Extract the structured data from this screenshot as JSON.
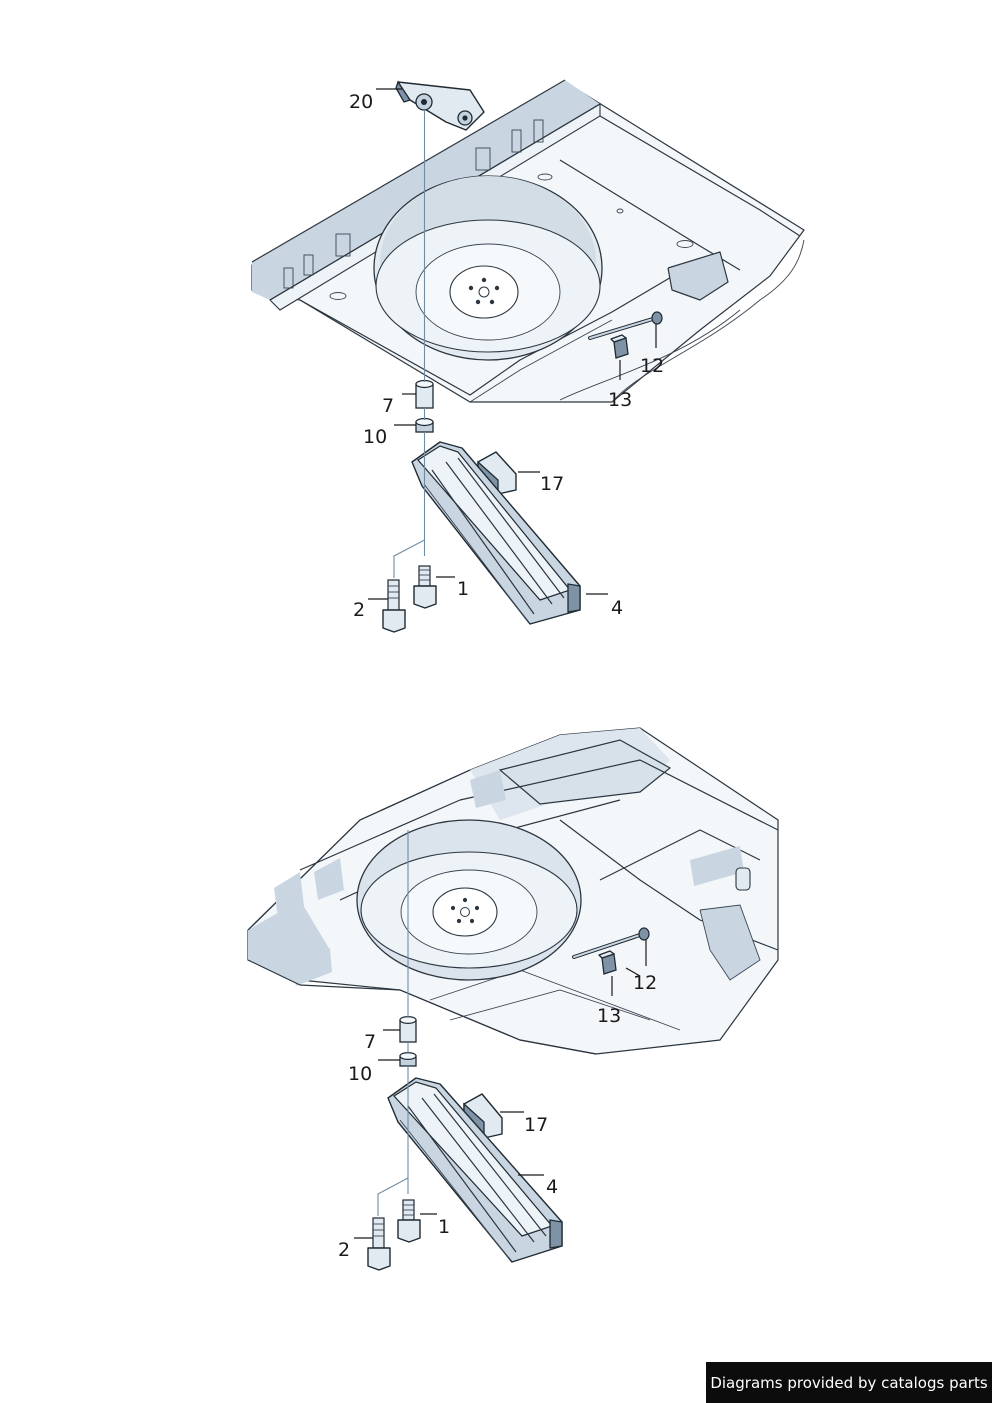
{
  "views": [
    {
      "callouts": {
        "p20": "20",
        "p12": "12",
        "p13": "13",
        "p7": "7",
        "p10": "10",
        "p17": "17",
        "p1": "1",
        "p2": "2",
        "p4": "4"
      }
    },
    {
      "callouts": {
        "p12": "12",
        "p13": "13",
        "p7": "7",
        "p10": "10",
        "p17": "17",
        "p1": "1",
        "p2": "2",
        "p4": "4"
      }
    }
  ],
  "footer": {
    "text": "Diagrams provided by catalogs parts",
    "background": "#0c0c0c",
    "color": "#ffffff"
  },
  "palette": {
    "line": "#2c3640",
    "shade": "#c9d6e2",
    "axis": "#6f8ea6"
  }
}
